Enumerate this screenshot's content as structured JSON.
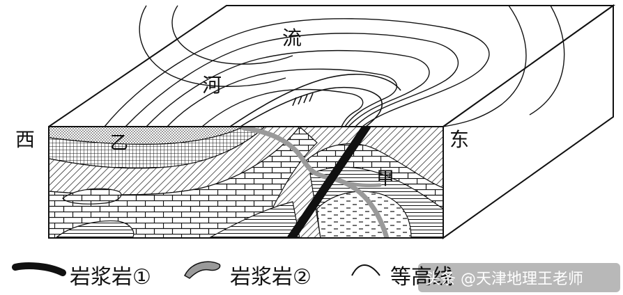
{
  "labels": {
    "west": "西",
    "east": "东",
    "river_1": "流",
    "river_2": "河",
    "yi": "乙",
    "jia": "甲"
  },
  "legend": {
    "item1": "岩浆岩①",
    "item2": "岩浆岩②",
    "item3": "等高线"
  },
  "watermark": "头条 @天津地理王老师",
  "colors": {
    "line": "#111111",
    "intrusion_2": "#9a9a9a",
    "background": "#ffffff"
  }
}
